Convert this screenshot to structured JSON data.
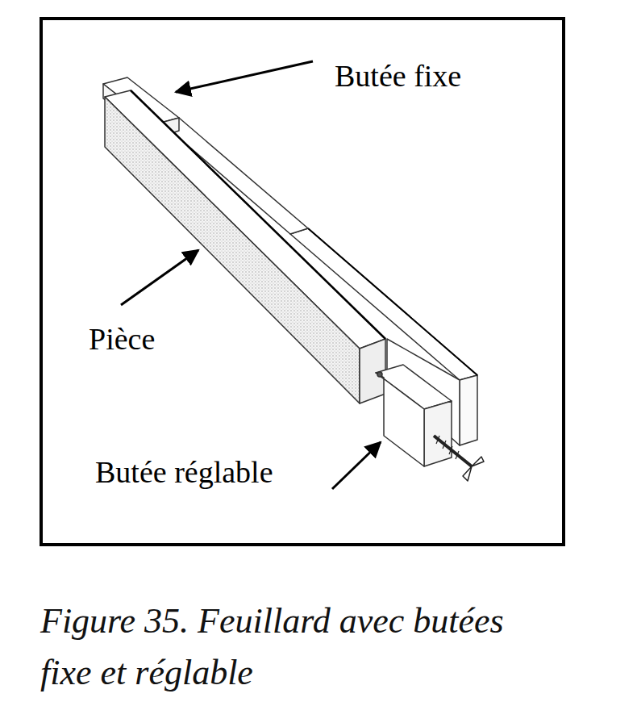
{
  "diagram": {
    "caption": "Figure 35. Feuillard avec butées fixe et réglable",
    "labels": [
      "Butée fixe",
      "Pièce",
      "Butée réglable"
    ]
  }
}
